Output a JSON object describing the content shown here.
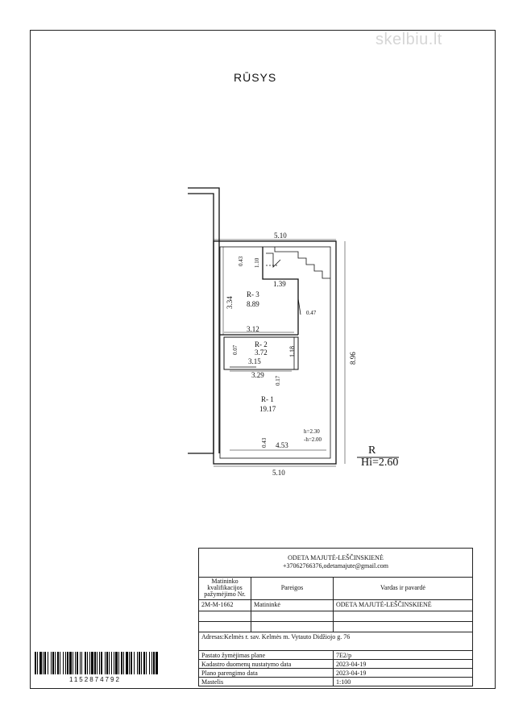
{
  "watermark": "skelbiu.lt",
  "plan": {
    "title": "RŪSYS",
    "dims": {
      "top_width": "5.10",
      "bottom_width": "5.10",
      "total_height": "8.96",
      "r3_height": "3.34",
      "r3_width": "3.12",
      "stair_top": "0.43",
      "stair_height": "1.10",
      "stair_width": "1.39",
      "wall_r3_right": "0.47",
      "r2_left": "0.07",
      "r2_width": "3.15",
      "r2_height": "1.18",
      "r2_bottom": "3.29",
      "r1_door": "0.17",
      "r1_bottom": "4.53",
      "r1_bottom_left": "0.43"
    },
    "rooms": [
      {
        "code": "R- 3",
        "area": "8.89"
      },
      {
        "code": "R- 2",
        "area": "3.72"
      },
      {
        "code": "R- 1",
        "area": "19.17"
      }
    ],
    "heights": {
      "h1": "h=2.30",
      "h2": "-h=2.00"
    },
    "scale": {
      "label": "R",
      "value": "Hi=2.60"
    }
  },
  "info": {
    "header_name": "ODETA MAJUTĖ-LEŠČINSKIENĖ",
    "header_contact": "+37062766376,odetamajute@gmail.com",
    "col1": "Matininko kvalifikacijos pažymėjimo Nr.",
    "col2": "Pareigos",
    "col3": "Vardas ir pavardė",
    "cert_no": "2M-M-1662",
    "position": "Matininkė",
    "person": "ODETA MAJUTĖ-LEŠČINSKIENĖ",
    "address": "Adresas:Kelmės r. sav. Kelmės m. Vytauto Didžiojo g. 76",
    "rows": [
      {
        "label": "Pastato žymėjimas plane",
        "value": "7E2/p"
      },
      {
        "label": "Kadastro duomenų nustatymo data",
        "value": "2023-04-19"
      },
      {
        "label": "Plano parengimo data",
        "value": "2023-04-19"
      },
      {
        "label": "Mastelis",
        "value": "1:100"
      }
    ]
  },
  "barcode_number": "1152874792"
}
